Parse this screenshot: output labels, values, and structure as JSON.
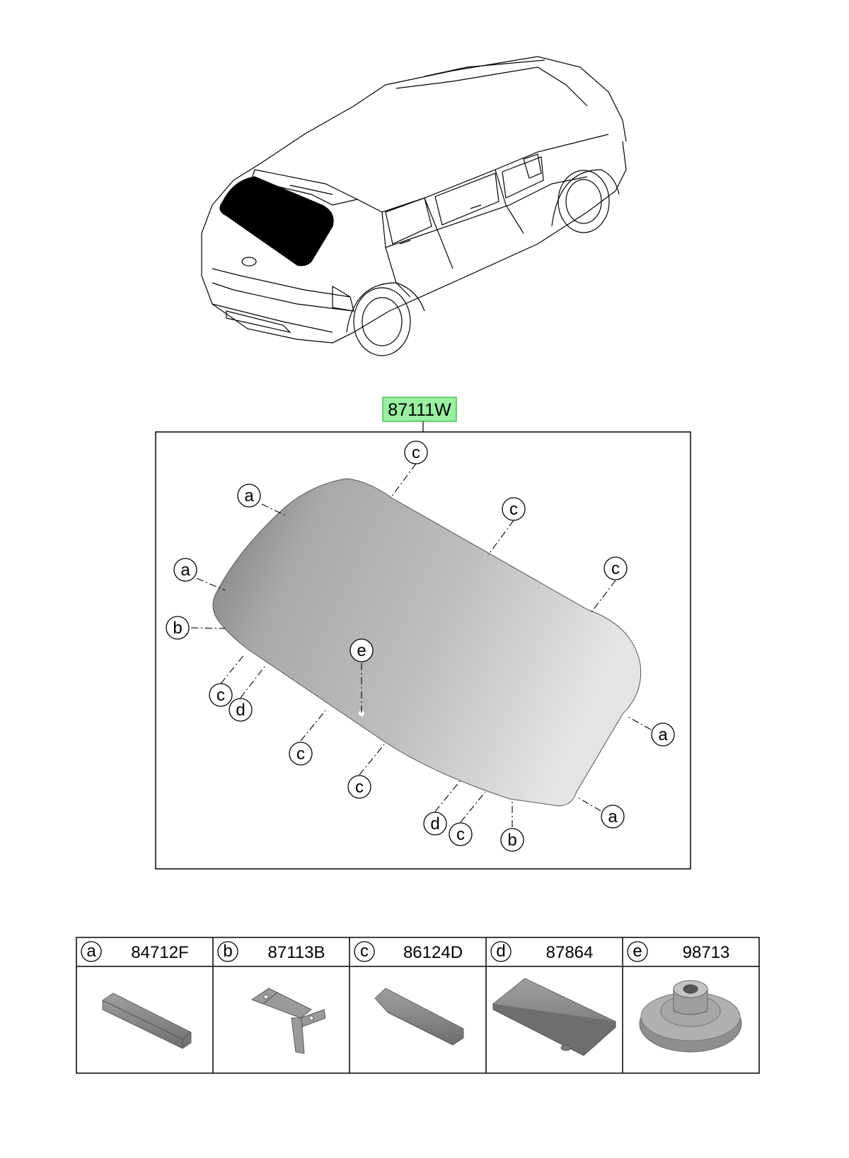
{
  "main_part": {
    "number": "87111W",
    "highlight_color": "#99f0a0",
    "highlight_border": "#4bbf55"
  },
  "callouts": [
    {
      "letter": "c"
    },
    {
      "letter": "a"
    },
    {
      "letter": "c"
    },
    {
      "letter": "a"
    },
    {
      "letter": "c"
    },
    {
      "letter": "b"
    },
    {
      "letter": "e"
    },
    {
      "letter": "c"
    },
    {
      "letter": "d"
    },
    {
      "letter": "c"
    },
    {
      "letter": "a"
    },
    {
      "letter": "c"
    },
    {
      "letter": "d"
    },
    {
      "letter": "c"
    },
    {
      "letter": "b"
    },
    {
      "letter": "a"
    }
  ],
  "parts_table": [
    {
      "letter": "a",
      "part_number": "84712F",
      "shape": "moulding-strip"
    },
    {
      "letter": "b",
      "part_number": "87113B",
      "shape": "bracket"
    },
    {
      "letter": "c",
      "part_number": "86124D",
      "shape": "angled-spacer"
    },
    {
      "letter": "d",
      "part_number": "87864",
      "shape": "flat-pad"
    },
    {
      "letter": "e",
      "part_number": "98713",
      "shape": "grommet-nut"
    }
  ],
  "colors": {
    "line": "#000000",
    "glass_light": "#d9d9d9",
    "glass_dark": "#808080",
    "rear_glass_fill": "#000000",
    "part_fill": "#8c8c8c"
  }
}
